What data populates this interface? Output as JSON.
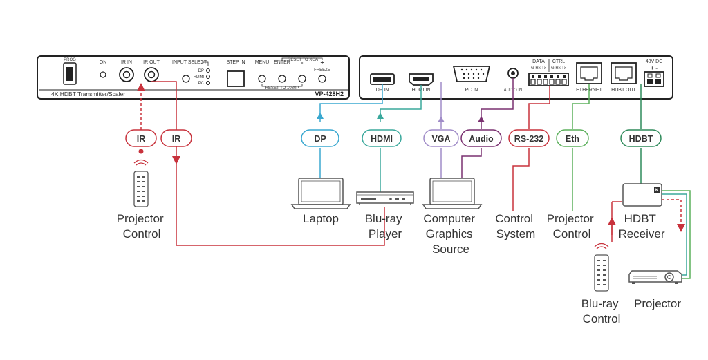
{
  "device": {
    "model": "VP-428H2",
    "caption": "4K HDBT Transmitter/Scaler",
    "front": {
      "prog": "PROG",
      "on": "ON",
      "ir_in": "IR IN",
      "ir_out": "IR OUT",
      "input_select": "INPUT SELECT",
      "dp": "DP",
      "hdmi": "HDMI",
      "pc": "PC",
      "step_in": "STEP IN",
      "menu": "MENU",
      "enter": "ENTER",
      "reset_xga": "RESET TO XGA",
      "minus": "-",
      "plus": "+",
      "freeze": "FREEZE",
      "reset_1080": "RESET TO 1080P"
    },
    "rear": {
      "dp_in": "DP IN",
      "hdmi_in": "HDMI IN",
      "pc_in": "PC IN",
      "audio_in": "AUDIO IN",
      "data": "DATA",
      "ctrl": "CTRL",
      "data_pins": "G Rx Tx",
      "ctrl_pins": "G Rx Tx",
      "ethernet": "ETHERNET",
      "hdbt_out": "HDBT OUT",
      "power": "48V DC",
      "power_pins": "+ -"
    }
  },
  "cable_tags": {
    "ir_in": "IR",
    "ir_out": "IR",
    "dp": "DP",
    "hdmi": "HDMI",
    "vga": "VGA",
    "audio": "Audio",
    "rs232": "RS-232",
    "eth": "Eth",
    "hdbt": "HDBT"
  },
  "devices": {
    "projector_control_1": [
      "Projector",
      "Control"
    ],
    "laptop": [
      "Laptop"
    ],
    "bluray_player": [
      "Blu-ray",
      "Player"
    ],
    "computer_source": [
      "Computer",
      "Graphics",
      "Source"
    ],
    "control_system": [
      "Control",
      "System"
    ],
    "projector_control_2": [
      "Projector",
      "Control"
    ],
    "hdbt_receiver": [
      "HDBT",
      "Receiver"
    ],
    "bluray_control": [
      "Blu-ray",
      "Control"
    ],
    "projector": [
      "Projector"
    ]
  },
  "colors": {
    "ir": "#c8323c",
    "dp": "#3aa8d0",
    "hdmi": "#3aa89c",
    "vga": "#a08cc8",
    "audio": "#7a3070",
    "rs232": "#c8323c",
    "eth": "#5cb05c",
    "hdbt": "#2e8a5a",
    "device": "#555555"
  }
}
